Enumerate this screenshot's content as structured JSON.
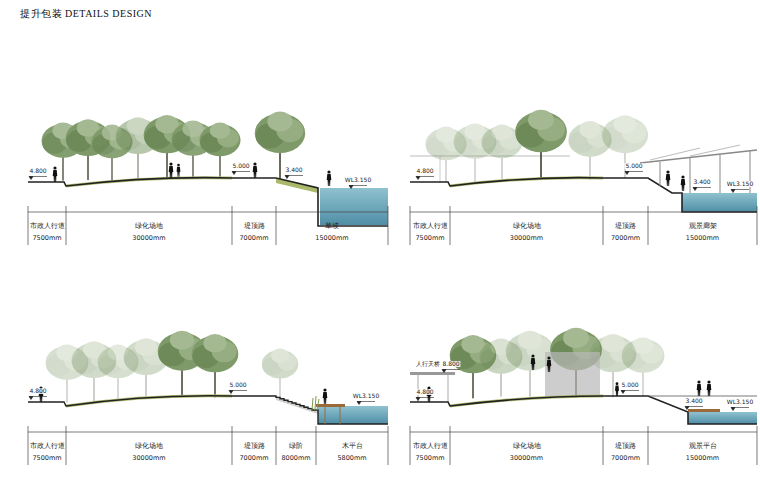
{
  "diagram": {
    "title": "提升包装 DETAILS DESIGN",
    "labels": [
      "4.800",
      "5.000",
      "3.400",
      "WL3.150",
      "市政人行道",
      "7500mm",
      "绿化场地",
      "30000mm",
      "堤顶路",
      "7000mm",
      "草坡",
      "15000mm",
      "4.800",
      "5.000",
      "3.400",
      "WL3.150",
      "市政人行道",
      "7500mm",
      "绿化场地",
      "30000mm",
      "堤顶路",
      "7000mm",
      "观景廊架",
      "15000mm",
      "4.800",
      "5.000",
      "WL3.150",
      "市政人行道",
      "7500mm",
      "绿化场地",
      "30000mm",
      "堤顶路",
      "7000mm",
      "绿阶",
      "8000mm",
      "木平台",
      "5800mm",
      "人行天桥",
      "8.800",
      "4.800",
      "5.000",
      "3.400",
      "WL3.150",
      "市政人行道",
      "7500mm",
      "绿化场地",
      "30000mm",
      "堤顶路",
      "7000mm",
      "观景平台",
      "15000mm"
    ]
  }
}
